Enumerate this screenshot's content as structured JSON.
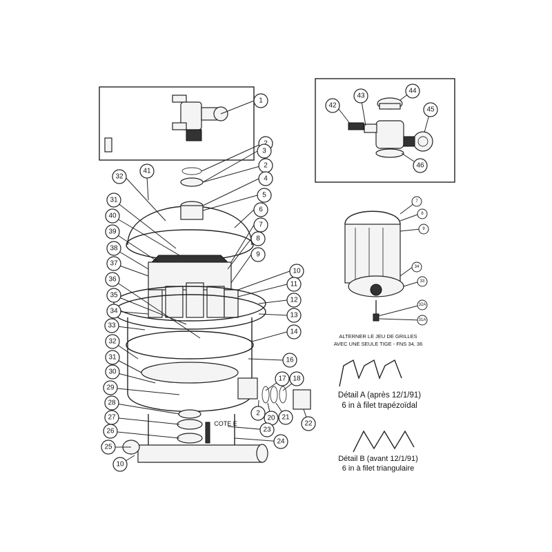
{
  "diagram": {
    "callouts": [
      {
        "id": "1",
        "text": "1"
      },
      {
        "id": "2a",
        "text": "2"
      },
      {
        "id": "3",
        "text": "3"
      },
      {
        "id": "2b",
        "text": "2"
      },
      {
        "id": "4",
        "text": "4"
      },
      {
        "id": "5",
        "text": "5"
      },
      {
        "id": "6",
        "text": "6"
      },
      {
        "id": "7",
        "text": "7"
      },
      {
        "id": "8",
        "text": "8"
      },
      {
        "id": "9",
        "text": "9"
      },
      {
        "id": "10a",
        "text": "10"
      },
      {
        "id": "11",
        "text": "11"
      },
      {
        "id": "12",
        "text": "12"
      },
      {
        "id": "13",
        "text": "13"
      },
      {
        "id": "14",
        "text": "14"
      },
      {
        "id": "16",
        "text": "16"
      },
      {
        "id": "17",
        "text": "17"
      },
      {
        "id": "18",
        "text": "18"
      },
      {
        "id": "2c",
        "text": "2"
      },
      {
        "id": "20",
        "text": "20"
      },
      {
        "id": "21",
        "text": "21"
      },
      {
        "id": "22",
        "text": "22"
      },
      {
        "id": "23",
        "text": "23"
      },
      {
        "id": "24",
        "text": "24"
      },
      {
        "id": "25",
        "text": "25"
      },
      {
        "id": "10b",
        "text": "10"
      },
      {
        "id": "26",
        "text": "26"
      },
      {
        "id": "27",
        "text": "27"
      },
      {
        "id": "28",
        "text": "28"
      },
      {
        "id": "29",
        "text": "29"
      },
      {
        "id": "30",
        "text": "30"
      },
      {
        "id": "31",
        "text": "31"
      },
      {
        "id": "32a",
        "text": "32"
      },
      {
        "id": "33",
        "text": "33"
      },
      {
        "id": "34",
        "text": "34"
      },
      {
        "id": "35",
        "text": "35"
      },
      {
        "id": "36",
        "text": "36"
      },
      {
        "id": "37",
        "text": "37"
      },
      {
        "id": "38",
        "text": "38"
      },
      {
        "id": "39",
        "text": "39"
      },
      {
        "id": "40",
        "text": "40"
      },
      {
        "id": "31b",
        "text": "31"
      },
      {
        "id": "32b",
        "text": "32"
      },
      {
        "id": "41",
        "text": "41"
      },
      {
        "id": "42",
        "text": "42"
      },
      {
        "id": "43",
        "text": "43"
      },
      {
        "id": "44",
        "text": "44"
      },
      {
        "id": "45",
        "text": "45"
      },
      {
        "id": "46",
        "text": "46"
      },
      {
        "id": "r7",
        "text": "7"
      },
      {
        "id": "r8",
        "text": "8"
      },
      {
        "id": "r9",
        "text": "9"
      },
      {
        "id": "r34",
        "text": "34"
      },
      {
        "id": "r33",
        "text": "33"
      },
      {
        "id": "r32a",
        "text": "32A"
      },
      {
        "id": "r31a",
        "text": "31A"
      }
    ],
    "cote_label": "COTE E",
    "grid_caption_line1": "ALTERNER LE JEU DE GRILLES",
    "grid_caption_line2": "AVEC UNE SEULE TIGE - FNS 34, 36",
    "detail_a_line1": "Détail A (après 12/1/91)",
    "detail_a_line2": "6 in à filet trapézoïdal",
    "detail_b_line1": "Détail B (avant 12/1/91)",
    "detail_b_line2": "6 in à filet triangulaire"
  }
}
